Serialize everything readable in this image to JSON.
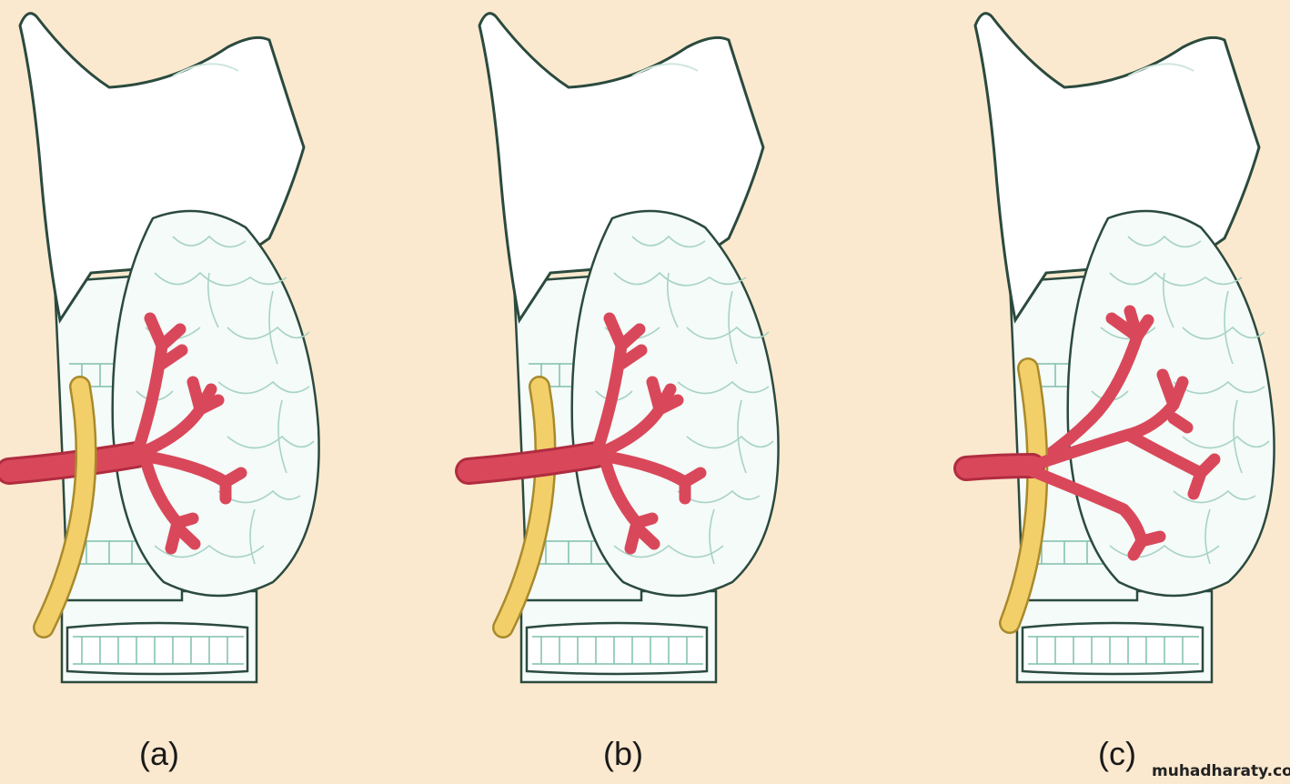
{
  "panels": [
    {
      "label": "(a)",
      "variant": "nerve-anterior"
    },
    {
      "label": "(b)",
      "variant": "nerve-posterior"
    },
    {
      "label": "(c)",
      "variant": "nerve-between-branches"
    }
  ],
  "watermark": "muhadharaty.com",
  "colors": {
    "background": "#fbe9cf",
    "organ_fill": "#f4fbf8",
    "outline": "#2b4a3e",
    "artery": "#d9485a",
    "artery_dark": "#b02c40",
    "nerve": "#f3cf6a",
    "nerve_outline": "#a88a2c",
    "rings": "#7fbfae"
  }
}
